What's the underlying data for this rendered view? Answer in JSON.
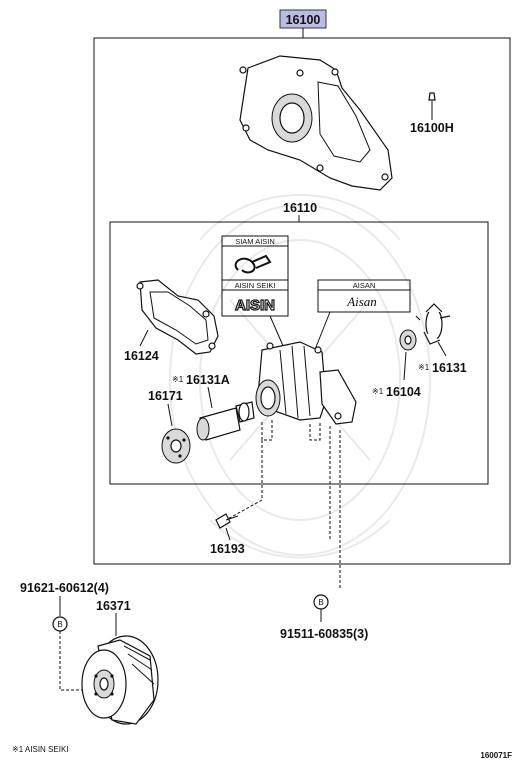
{
  "callouts": {
    "main_assy": "16100",
    "plug": "16100H",
    "pump_sub": "16110",
    "gasket": "16124",
    "seal": "16131A",
    "pulley_seat": "16171",
    "bolt": "16193",
    "impeller": "16131",
    "bushing": "16104",
    "bolt_left": "91621-60612(4)",
    "pulley": "16371",
    "bolt_right": "91511-60835(3)",
    "bolt_marker_left": "B",
    "bolt_marker_right": "B",
    "mark_16131a": "※1",
    "mark_16131": "※1",
    "mark_16104": "※1"
  },
  "labels": {
    "siam_aisin": "SIAM AISIN",
    "aisin_seiki": "AISIN SEIKI",
    "aisin_logo": "AISIN",
    "aisan": "AISAN",
    "aisan_logo": "Aisan"
  },
  "footer": {
    "note": "※1 AISIN SEIKI",
    "diagram_code": "160071F"
  }
}
